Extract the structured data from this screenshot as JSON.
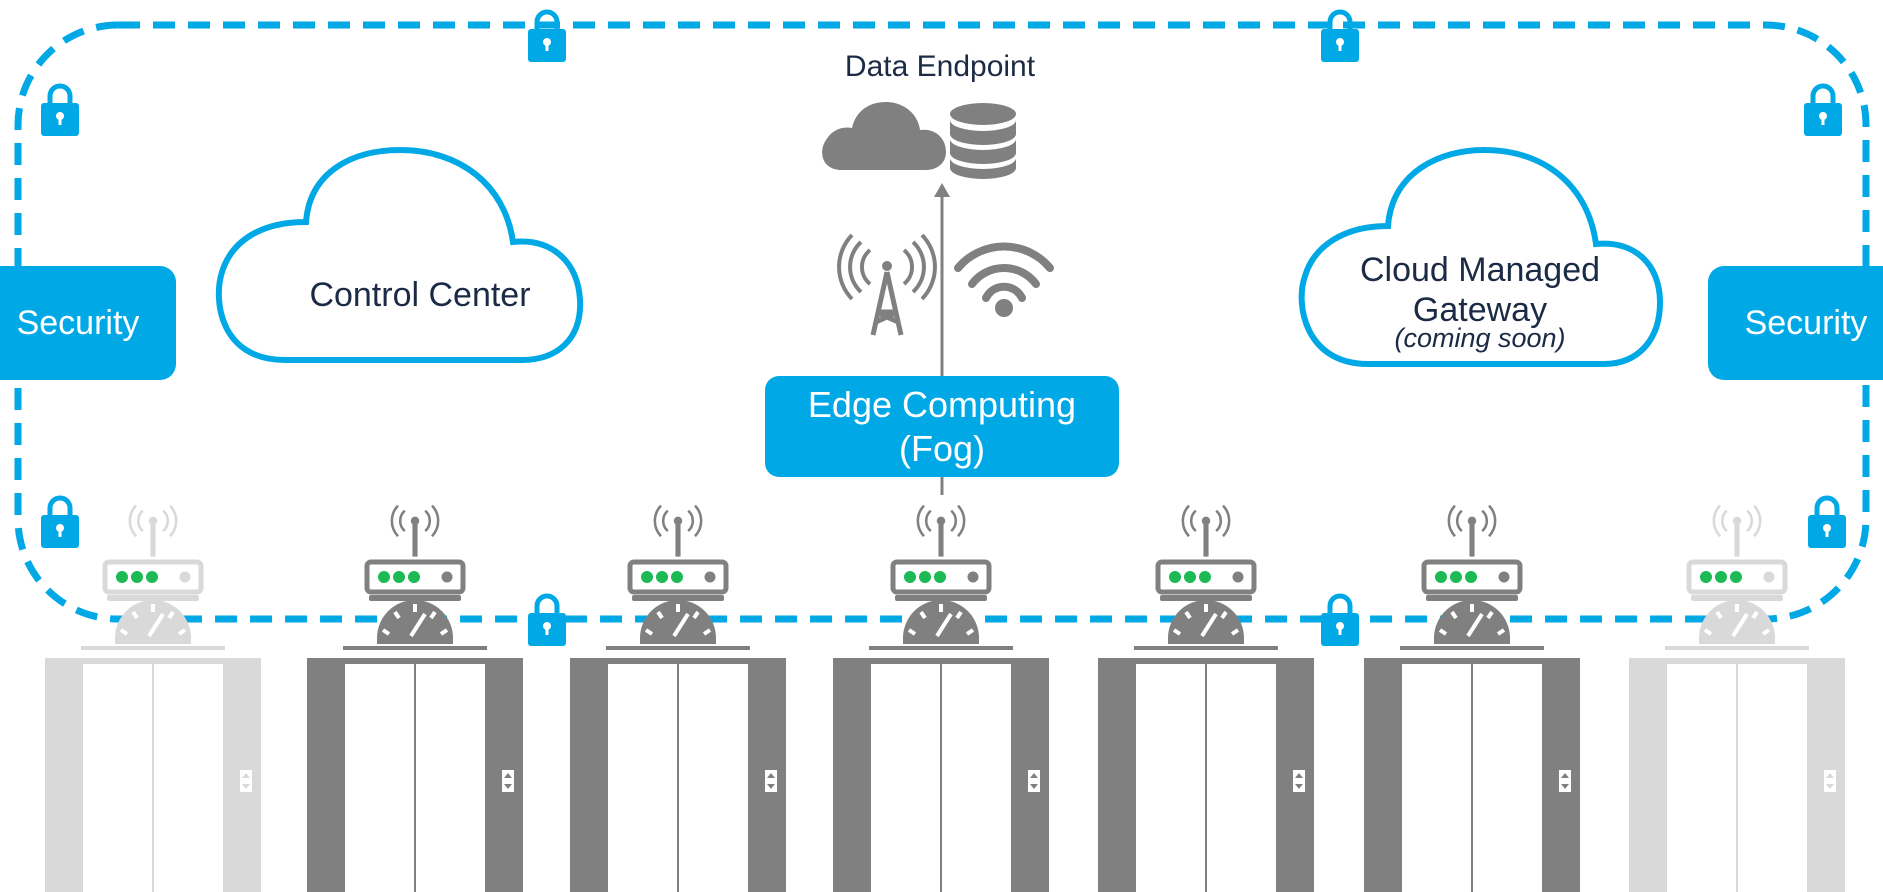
{
  "data_endpoint": {
    "title": "Data Endpoint",
    "icons": [
      "cloud-icon",
      "database-icon"
    ]
  },
  "control_center": {
    "label": "Control Center"
  },
  "cloud_managed_gateway": {
    "line1": "Cloud Managed",
    "line2": "Gateway",
    "note": "(coming soon)"
  },
  "security": {
    "left_label": "Security",
    "right_label": "Security"
  },
  "edge_computing": {
    "line1": "Edge Computing",
    "line2": "(Fog)"
  },
  "connectivity_icons": [
    "cell-tower-icon",
    "wifi-icon"
  ],
  "elevators": [
    {
      "state": "faded"
    },
    {
      "state": "active"
    },
    {
      "state": "active"
    },
    {
      "state": "active"
    },
    {
      "state": "active"
    },
    {
      "state": "active"
    },
    {
      "state": "faded"
    }
  ],
  "colors": {
    "accent": "#00a9e6",
    "icon_gray": "#808080",
    "faded_gray": "#d9d9d9",
    "led_green": "#1db954",
    "text_dark": "#1b2a45"
  }
}
